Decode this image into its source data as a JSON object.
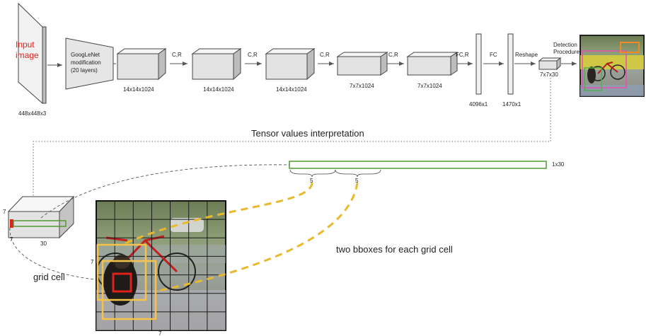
{
  "input": {
    "label_line1": "Input",
    "label_line2": "image",
    "dims": "448x448x3"
  },
  "googlenet": {
    "line1": "GoogLeNet",
    "line2": "modification",
    "line3": "(20 layers)"
  },
  "layers": [
    {
      "dims": "14x14x1024"
    },
    {
      "dims": "14x14x1024"
    },
    {
      "dims": "14x14x1024"
    },
    {
      "dims": "7x7x1024"
    },
    {
      "dims": "7x7x1024"
    }
  ],
  "ops": [
    "C,R",
    "C,R",
    "C,R",
    "C,R",
    "FC,R",
    "FC",
    "Reshape"
  ],
  "fc": [
    {
      "dims": "4096x1"
    },
    {
      "dims": "1470x1"
    }
  ],
  "output_cube": {
    "dims": "7x7x30"
  },
  "detection": {
    "line1": "Detection",
    "line2": "Procedure"
  },
  "tensor_title": "Tensor values interpretation",
  "vector": {
    "label": "1x30",
    "bracket1": "5",
    "bracket2": "5"
  },
  "cube": {
    "dim_side": "7",
    "dim_bottom_left": "7",
    "dim_depth": "30"
  },
  "grid": {
    "label_left": "7",
    "label_bottom": "7"
  },
  "grid_cell_label": "grid cell",
  "bboxes_label": "two bboxes for each grid cell",
  "colors": {
    "accent_red": "#e0201b",
    "box_green": "#4f9a2e",
    "bbox_yellow": "#f6c34a",
    "dashed_gold": "#e9b82c"
  }
}
